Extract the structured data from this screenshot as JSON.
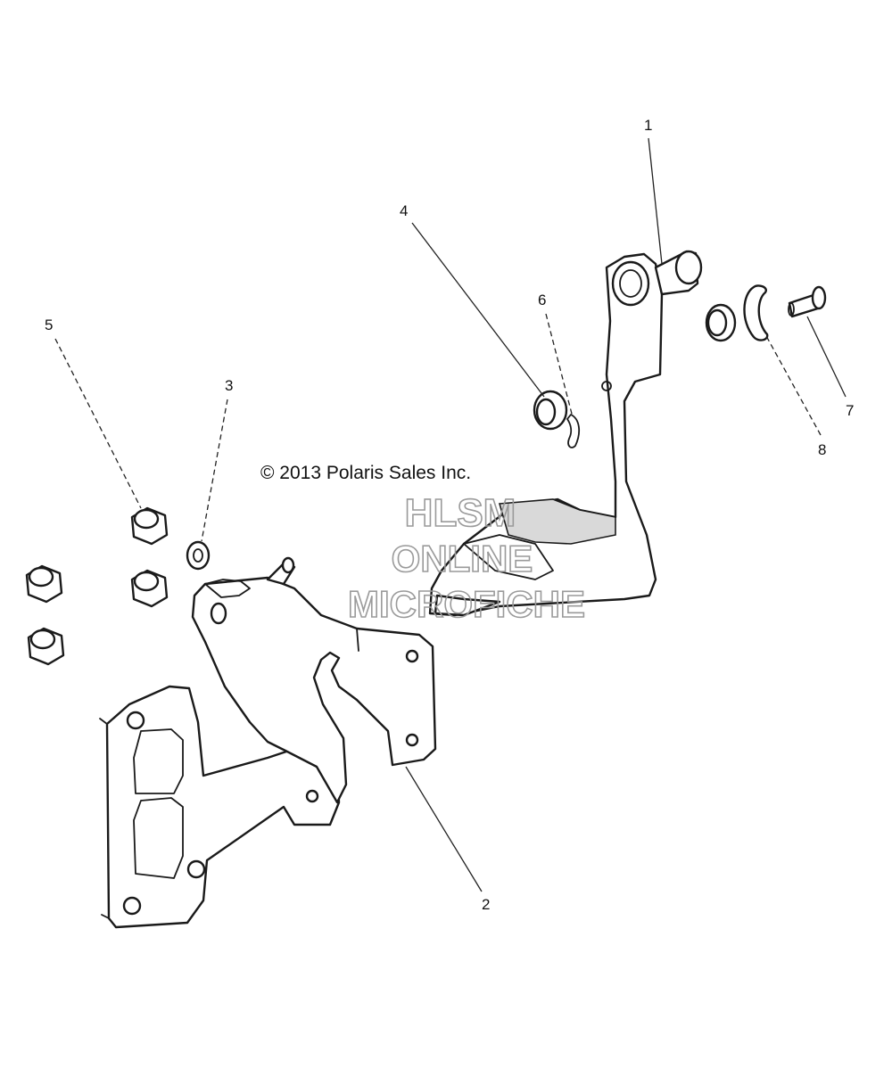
{
  "copyright": "© 2013 Polaris Sales Inc.",
  "watermark": {
    "line1": "HLSM",
    "line2": "ONLINE",
    "line3": "MICROFICHE",
    "color": "#9a9a9a"
  },
  "callouts": [
    {
      "id": "1",
      "label": "1"
    },
    {
      "id": "2",
      "label": "2"
    },
    {
      "id": "3",
      "label": "3"
    },
    {
      "id": "4",
      "label": "4"
    },
    {
      "id": "5",
      "label": "5"
    },
    {
      "id": "6",
      "label": "6"
    },
    {
      "id": "7",
      "label": "7"
    },
    {
      "id": "8",
      "label": "8"
    }
  ]
}
